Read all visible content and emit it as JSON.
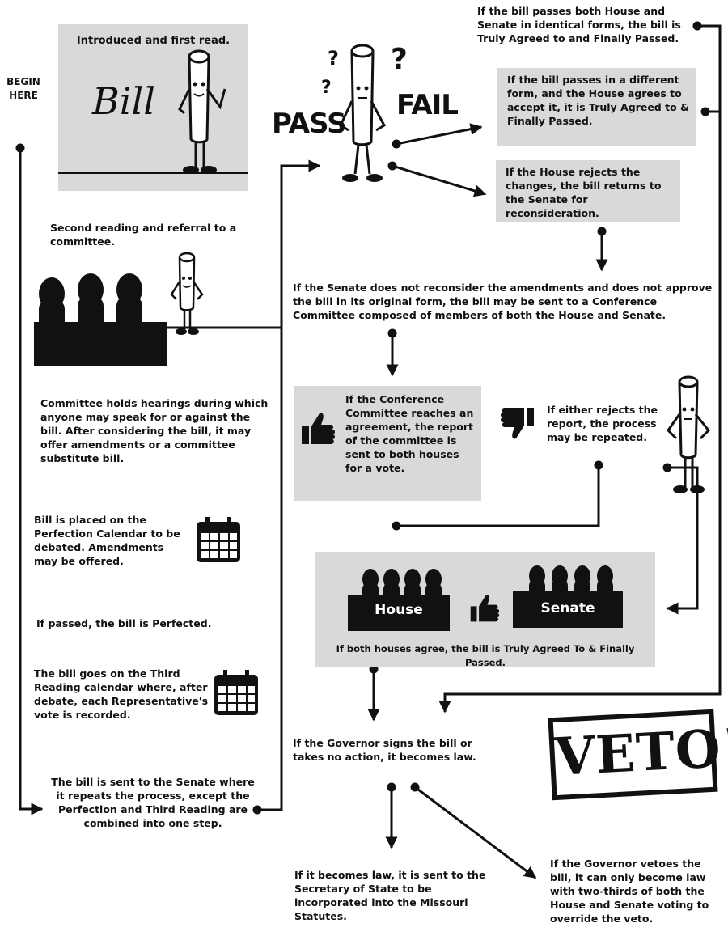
{
  "begin_label": "BEGIN HERE",
  "intro": {
    "caption": "Introduced and first read.",
    "bill_word": "Bill"
  },
  "vote": {
    "pass_label": "PASS",
    "fail_label": "FAIL"
  },
  "steps": {
    "second_reading": "Second reading and referral to a committee.",
    "committee_hearings": "Committee holds hearings during which anyone may speak for or against the bill.  After considering the bill, it may offer amendments or a committee substitute bill.",
    "perfection_calendar": "Bill is placed on the Perfection Calendar to be debated. Amendments may be offered.",
    "perfected": "If passed, the bill is Perfected.",
    "third_reading": "The bill goes on the Third Reading calendar where, after debate, each Representative's vote is recorded.",
    "sent_to_senate": "The bill is sent to the Senate where it repeats the process, except the Perfection and Third Reading are combined into one step."
  },
  "outcomes": {
    "identical": "If the bill passes both House and Senate in identical forms, the bill is Truly Agreed to and Finally Passed.",
    "different_form": "If the bill passes in a different form, and the House agrees to accept it, it is Truly Agreed to & Finally Passed.",
    "house_rejects": "If the House rejects the changes, the bill returns to the Senate for reconsideration.",
    "conference": "If the Senate does not reconsider the amendments and does not approve the bill in its original form, the bill may be sent to a Conference Committee composed of members of both the House and Senate.",
    "conference_agreement": "If the Conference Committee reaches an agreement, the report of the committee is sent to both houses for a vote.",
    "either_rejects": "If either rejects the report, the process may be repeated.",
    "both_agree": "If both houses agree, the bill is Truly Agreed To & Finally Passed.",
    "governor_signs": "If the Governor signs the bill or takes no action, it becomes law.",
    "becomes_law": "If it becomes law, it is sent to the Secretary of State to be incorporated into the Missouri Statutes.",
    "governor_vetoes": "If the Governor vetoes the bill, it can only become law with two-thirds of both the House and Senate voting to override the veto."
  },
  "chambers": {
    "house_label": "House",
    "senate_label": "Senate"
  },
  "veto_stamp": "VETO!"
}
